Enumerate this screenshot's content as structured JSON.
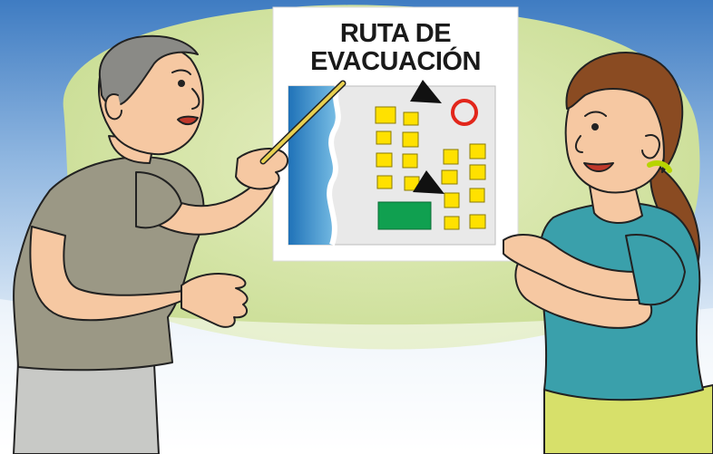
{
  "poster": {
    "title_line1": "RUTA DE",
    "title_line2": "EVACUACIÓN"
  },
  "colors": {
    "sky_blue": "#4a86c6",
    "green_blob": "#cfe3a0",
    "sea_blue": "#1f72b8",
    "building_yellow": "#ffe100",
    "meeting_point_green": "#10a050",
    "danger_circle_red": "#e2261b",
    "arrow_black": "#111111",
    "man_shirt": "#9b9885",
    "man_pants": "#c8c9c6",
    "woman_shirt": "#3aa0ab",
    "skin": "#f6c8a2",
    "woman_hair": "#8a4b22",
    "pointer_stick": "#e8d050"
  },
  "icons": [
    "evacuation-map",
    "exit-arrow",
    "danger-zone-circle",
    "safe-zone-rectangle"
  ]
}
